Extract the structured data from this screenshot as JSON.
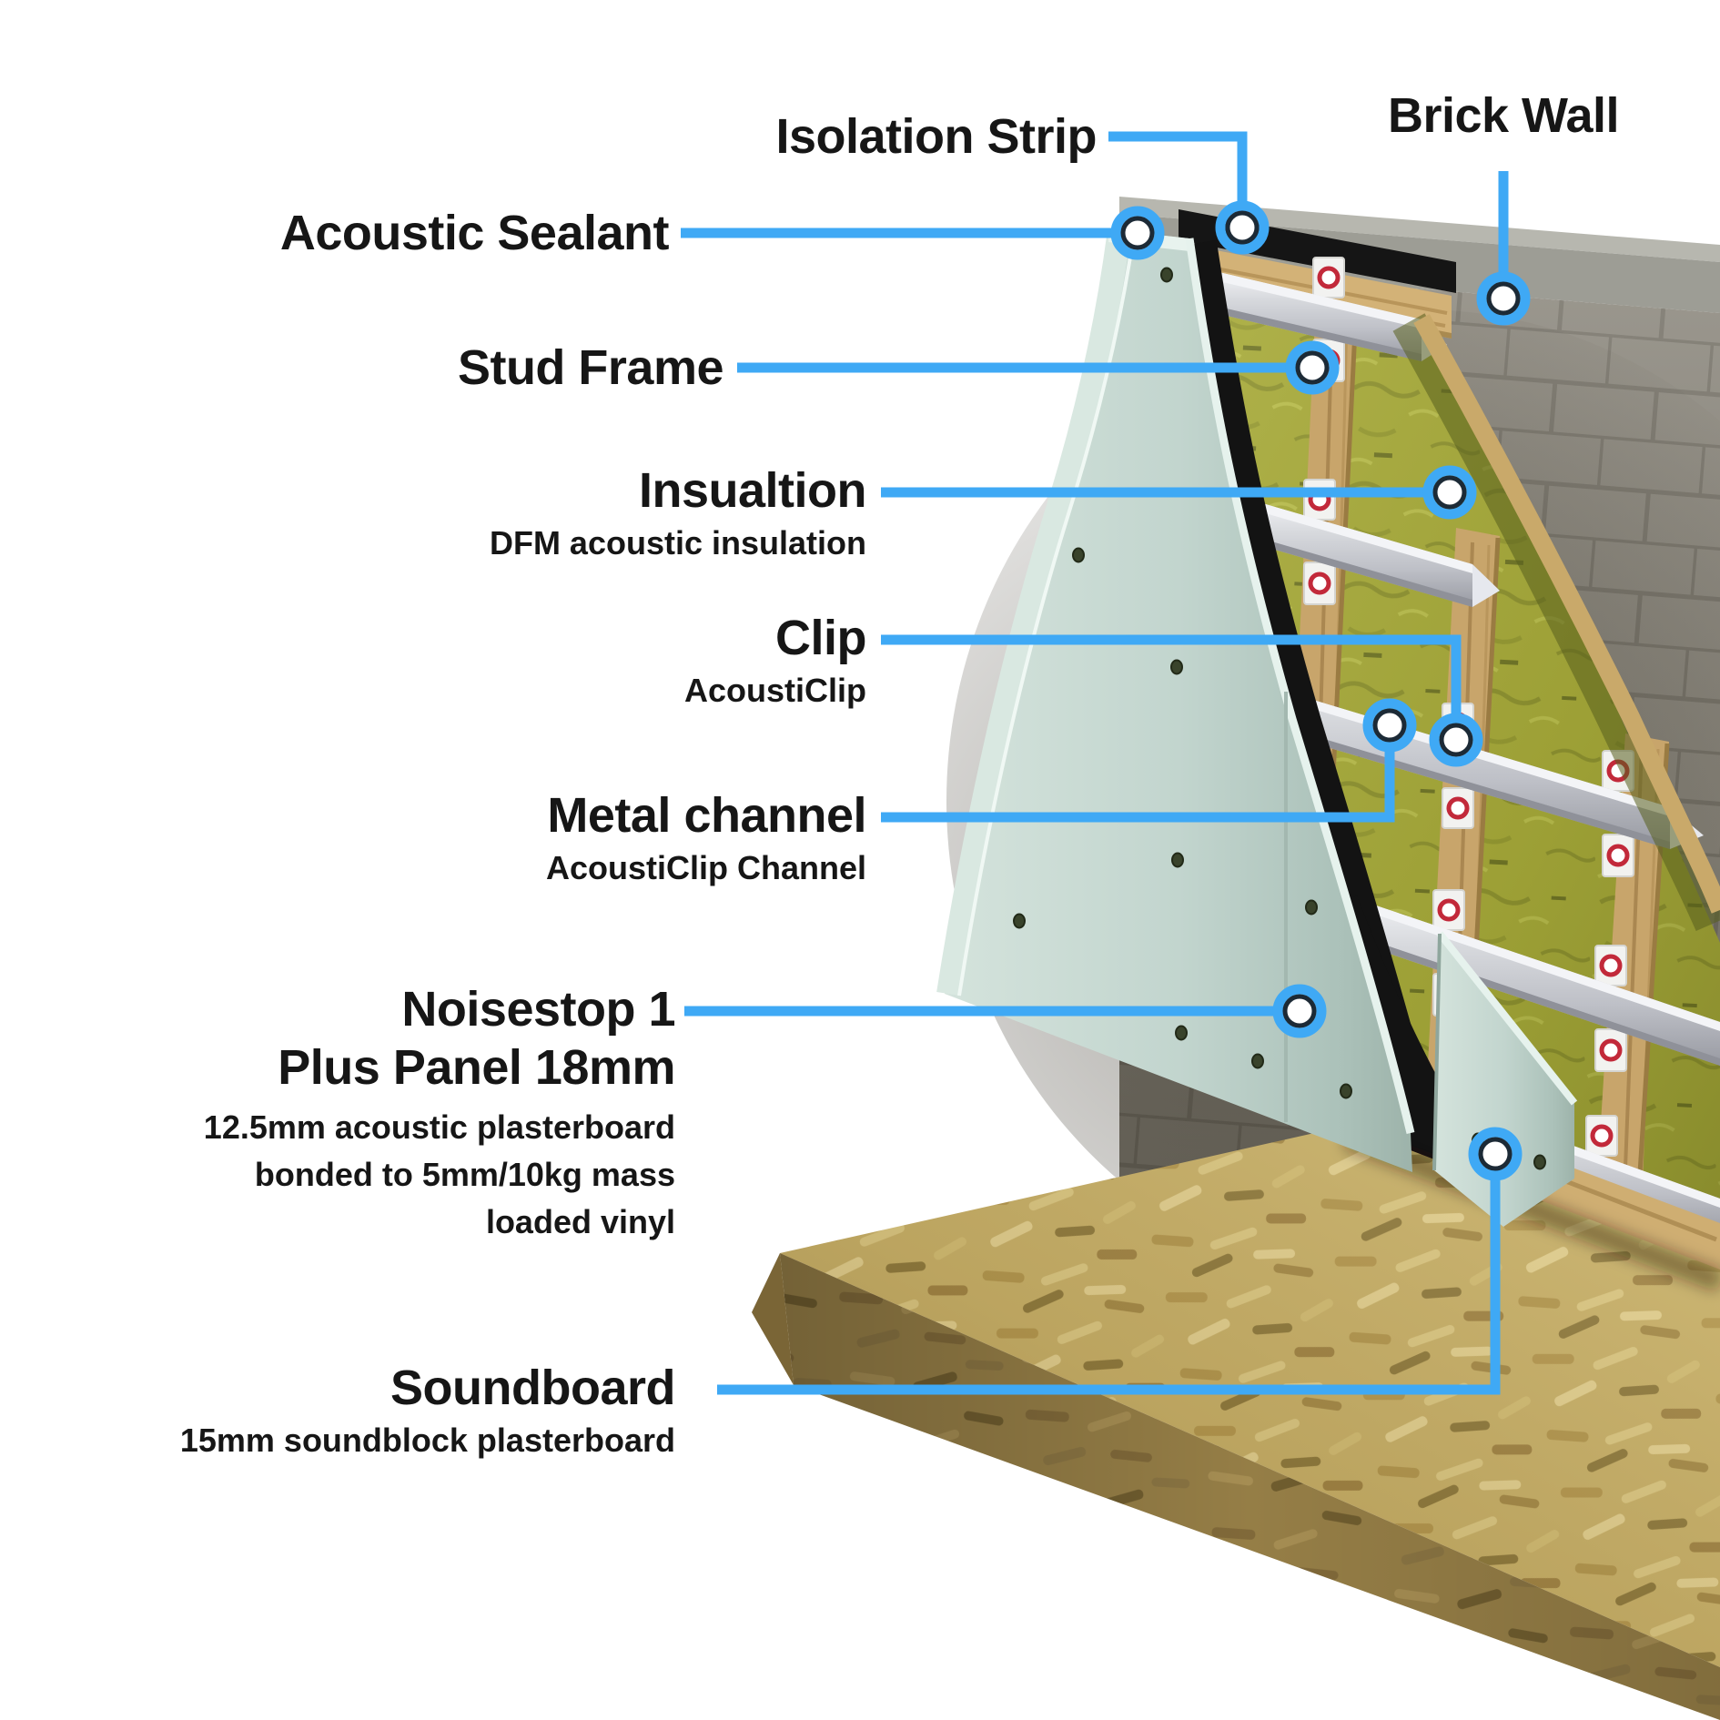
{
  "figure": {
    "type": "cutaway-illustration",
    "subject": "Soundproof wall system on brick wall with independent stud frame"
  },
  "colors": {
    "leader_line": "#3fa9f5",
    "label_text": "#161616",
    "brick_wall": "#908c82",
    "insulation": "#a6a93a",
    "stud_wood": "#c8a56b",
    "metal_channel": "#c6c8ce",
    "clip_red": "#c2293a",
    "panel_teal": "#c3d6cf",
    "vinyl_black": "#131313",
    "floor_osb": "#c9b169"
  },
  "labels": {
    "isolation_strip": {
      "title": "Isolation Strip"
    },
    "brick_wall": {
      "title": "Brick Wall"
    },
    "acoustic_sealant": {
      "title": "Acoustic Sealant"
    },
    "stud_frame": {
      "title": "Stud Frame"
    },
    "insulation": {
      "title": "Insualtion",
      "subtitle": "DFM acoustic insulation"
    },
    "clip": {
      "title": "Clip",
      "subtitle": "AcoustiClip"
    },
    "metal_channel": {
      "title": "Metal channel",
      "subtitle": "AcoustiClip Channel"
    },
    "noisestop_panel": {
      "title_line1": "Noisestop 1",
      "title_line2": "Plus Panel 18mm",
      "subtitle_lines": [
        "12.5mm acoustic plasterboard",
        "bonded to 5mm/10kg mass",
        "loaded vinyl"
      ]
    },
    "soundboard": {
      "title": "Soundboard",
      "subtitle": "15mm soundblock plasterboard"
    }
  }
}
